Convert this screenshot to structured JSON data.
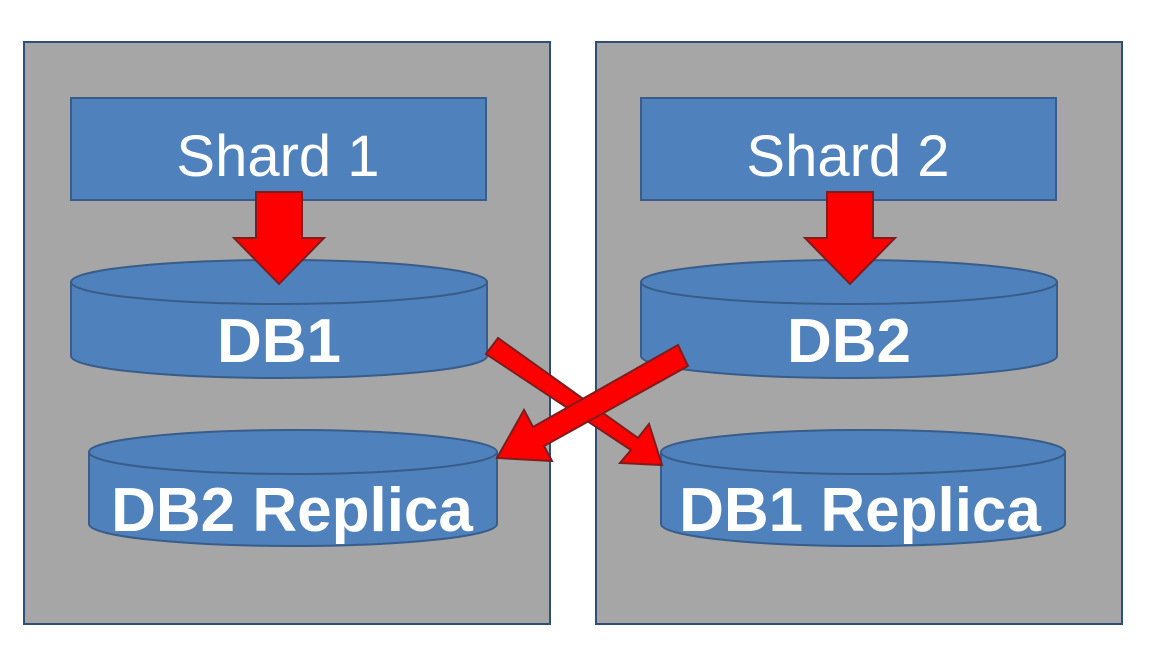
{
  "shards": [
    {
      "label": "Shard 1",
      "primary": "DB1",
      "replica": "DB2 Replica"
    },
    {
      "label": "Shard 2",
      "primary": "DB2",
      "replica": "DB1 Replica"
    }
  ],
  "colors": {
    "panel": "#a6a6a6",
    "box": "#4f81bd",
    "arrow": "#ff0000",
    "text": "#ffffff"
  }
}
